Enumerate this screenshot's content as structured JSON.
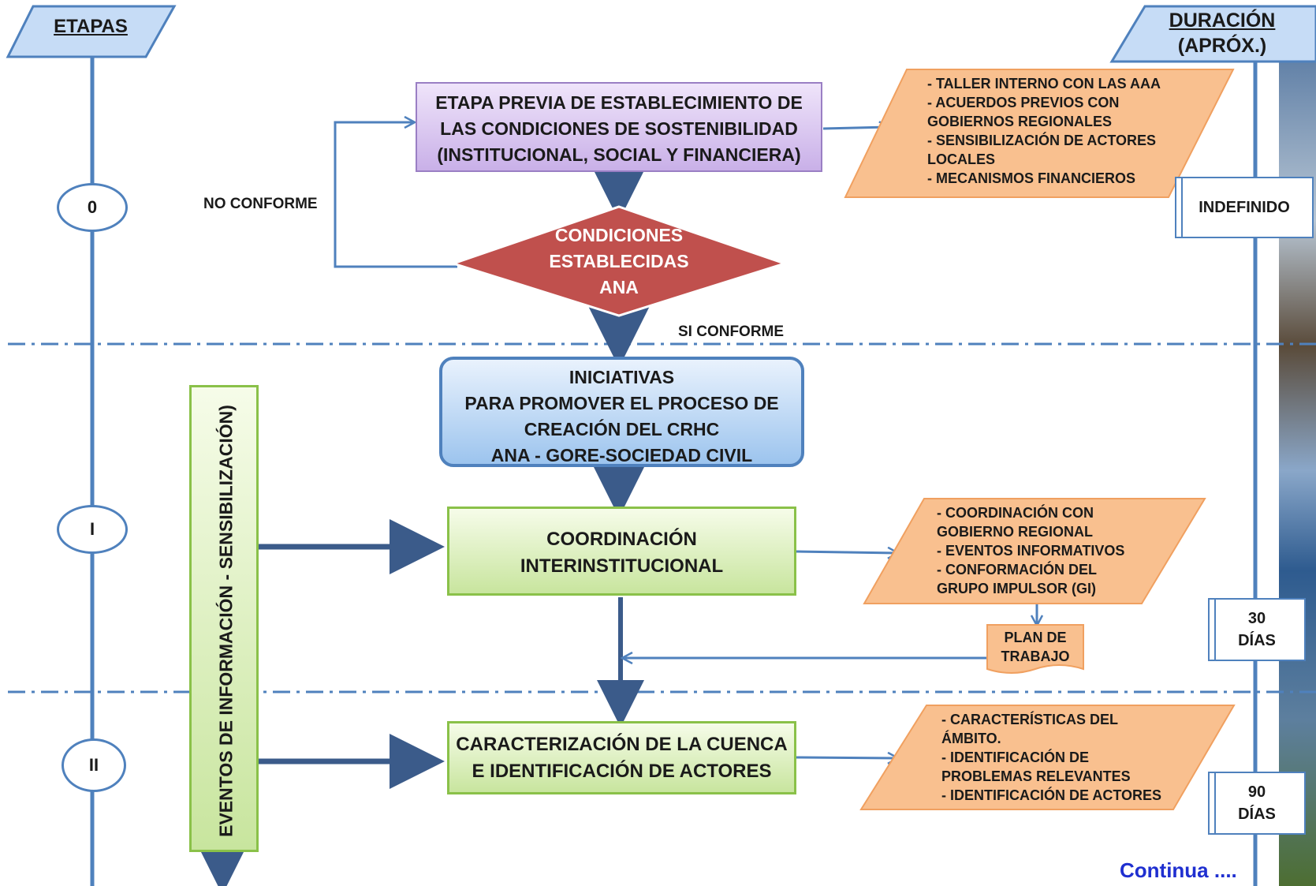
{
  "header": {
    "etapas_label": "ETAPAS",
    "duracion_label": "DURACIÓN",
    "duracion_sub": "(APRÓX.)"
  },
  "stages": {
    "s0": "0",
    "s1": "I",
    "s2": "II"
  },
  "boxes": {
    "etapa_previa": "ETAPA PREVIA DE ESTABLECIMIENTO DE\nLAS CONDICIONES DE SOSTENIBILIDAD\n(INSTITUCIONAL, SOCIAL Y FINANCIERA)",
    "decision": "CONDICIONES\nESTABLECIDAS\nANA",
    "iniciativas": "INICIATIVAS\nPARA PROMOVER EL PROCESO DE\nCREACIÓN DEL CRHC\nANA - GORE-SOCIEDAD CIVIL",
    "coordinacion": "COORDINACIÓN\nINTERINSTITUCIONAL",
    "caracterizacion": "CARACTERIZACIÓN DE LA CUENCA\nE IDENTIFICACIÓN DE ACTORES",
    "eventos": "EVENTOS DE INFORMACIÓN - SENSIBILIZACIÓN)",
    "plan": "PLAN DE\nTRABAJO"
  },
  "labels": {
    "no_conforme": "NO CONFORME",
    "si_conforme": "SI CONFORME",
    "continua": "Continua ...."
  },
  "notes": {
    "n0": "- TALLER INTERNO CON LAS AAA\n- ACUERDOS PREVIOS CON\nGOBIERNOS REGIONALES\n- SENSIBILIZACIÓN DE ACTORES\nLOCALES\n- MECANISMOS FINANCIEROS",
    "n1": "-  COORDINACIÓN CON\nGOBIERNO REGIONAL\n- EVENTOS INFORMATIVOS\n- CONFORMACIÓN DEL\nGRUPO IMPULSOR  (GI)",
    "n2": "- CARACTERÍSTICAS  DEL\nÁMBITO.\n- IDENTIFICACIÓN DE\nPROBLEMAS RELEVANTES\n- IDENTIFICACIÓN DE ACTORES"
  },
  "durations": {
    "d0": "INDEFINIDO",
    "d1": "30\nDÍAS",
    "d2": "90\nDÍAS"
  },
  "colors": {
    "line_blue": "#4f81bd",
    "arrow_dark": "#3b5b8a",
    "diamond_red": "#c0504d",
    "note_orange": "#f9c08f",
    "link_blue": "#1f2fd0"
  }
}
